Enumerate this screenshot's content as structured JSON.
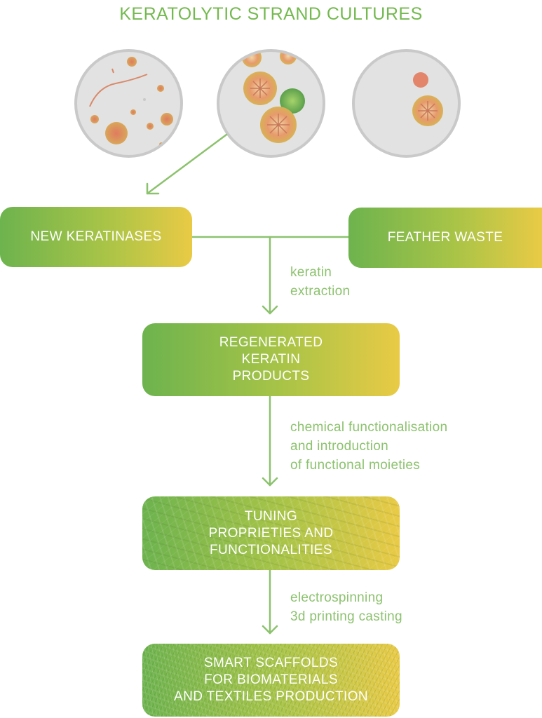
{
  "title": "KERATOLYTIC STRAND CULTURES",
  "boxes": {
    "new_keratinases": "NEW KERATINASES",
    "feather_waste": "FEATHER WASTE",
    "regenerated_keratin": "REGENERATED\nKERATIN\nPRODUCTS",
    "tuning": "TUNING\nPROPRIETIES AND\nFUNCTIONALITIES",
    "smart_scaffolds": "SMART SCAFFOLDS\nFOR BIOMATERIALS\nAND TEXTILES PRODUCTION"
  },
  "notes": {
    "keratin_extraction": "keratin\nextraction",
    "chemical_functionalisation": "chemical functionalisation\nand introduction\nof functional moieties",
    "electrospinning": "electrospinning\n3d printing casting"
  },
  "colors": {
    "accent_green": "#74b94f",
    "gradient_start": "#6db34e",
    "gradient_end": "#e9ca45",
    "dish_fill": "#e2e2e2",
    "dish_rim": "#c9c9c9"
  }
}
